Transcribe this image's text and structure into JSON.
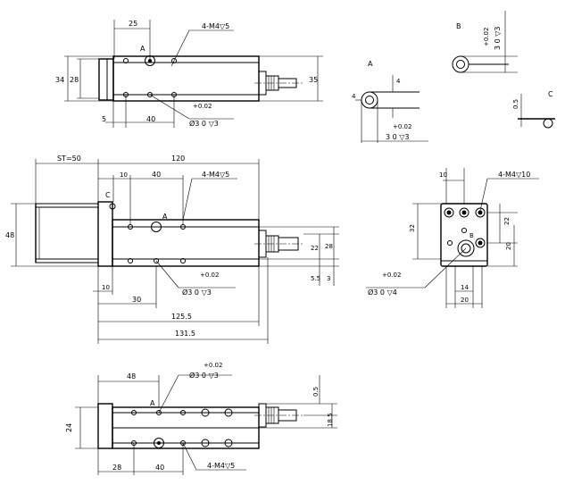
{
  "top_view": {
    "dim_25": "25",
    "label_a": "A",
    "thread_note": "4-M4▽5",
    "dim_34": "34",
    "dim_28": "28",
    "dim_35": "35",
    "tol": "+0.02",
    "pin_note": "Ø3 0 ▽3",
    "dim_5": "5",
    "dim_40": "40"
  },
  "detail_a": {
    "label": "A",
    "dim_4v": "4",
    "dim_4h": "4",
    "tol": "+0.02",
    "note": "3 0 ▽3"
  },
  "detail_b": {
    "label": "B",
    "tol": "+0.02",
    "note": "3 0 ▽3"
  },
  "detail_c": {
    "label": "C",
    "dim_05": "0.5"
  },
  "front_view": {
    "stroke": "ST=50",
    "dim_120": "120",
    "dim_10": "10",
    "dim_40": "40",
    "thread_note": "4-M4▽5",
    "label_c": "C",
    "label_a": "A",
    "dim_48": "48",
    "dim_22": "22",
    "dim_28": "28",
    "dim_55": "5.5",
    "dim_3": "3",
    "tol": "+0.02",
    "pin_note": "Ø3 0 ▽3",
    "dim_10b": "10",
    "dim_30": "30",
    "dim_1255": "125.5",
    "dim_1315": "131.5"
  },
  "end_view": {
    "dim_10": "10",
    "thread_note": "4-M4▽10",
    "dim_32": "32",
    "dim_22": "22",
    "dim_20v": "20",
    "label_b": "B",
    "tol": "+0.02",
    "pin_note": "Ø3 0 ▽4",
    "dim_14": "14",
    "dim_20h": "20"
  },
  "bottom_view": {
    "dim_48": "48",
    "tol": "+0.02",
    "pin_note": "Ø3 0 ▽3",
    "label_a": "A",
    "dim_24": "24",
    "dim_05": "0.5",
    "dim_185": "18.5",
    "dim_28": "28",
    "dim_40": "40",
    "thread_note": "4-M4▽5"
  }
}
